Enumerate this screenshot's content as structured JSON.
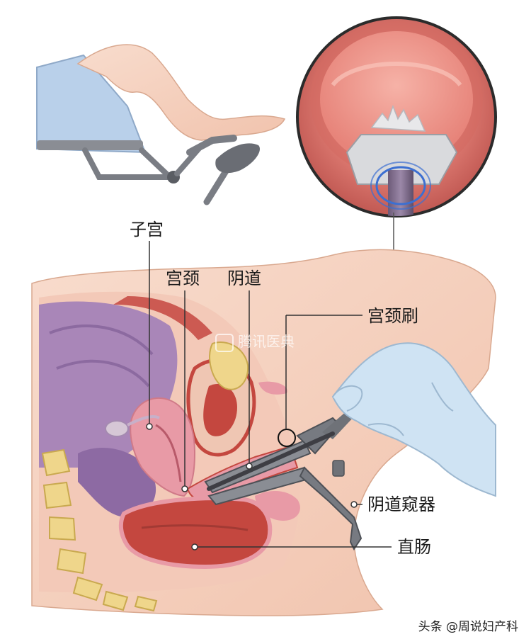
{
  "labels": {
    "uterus": "子宫",
    "cervix": "宫颈",
    "vagina": "阴道",
    "cervical_brush": "宫颈刷",
    "speculum": "阴道窥器",
    "rectum": "直肠"
  },
  "watermark": "腾讯医典",
  "credit": "头条 @周说妇产科",
  "colors": {
    "skin": "#f7d9c9",
    "tissue_pink": "#e89aa6",
    "muscle_red": "#c4473f",
    "purple": "#a986b8",
    "bone": "#efd68b",
    "glove": "#cfe3f3",
    "drape": "#b9d0ea",
    "metal": "#6f7278"
  }
}
